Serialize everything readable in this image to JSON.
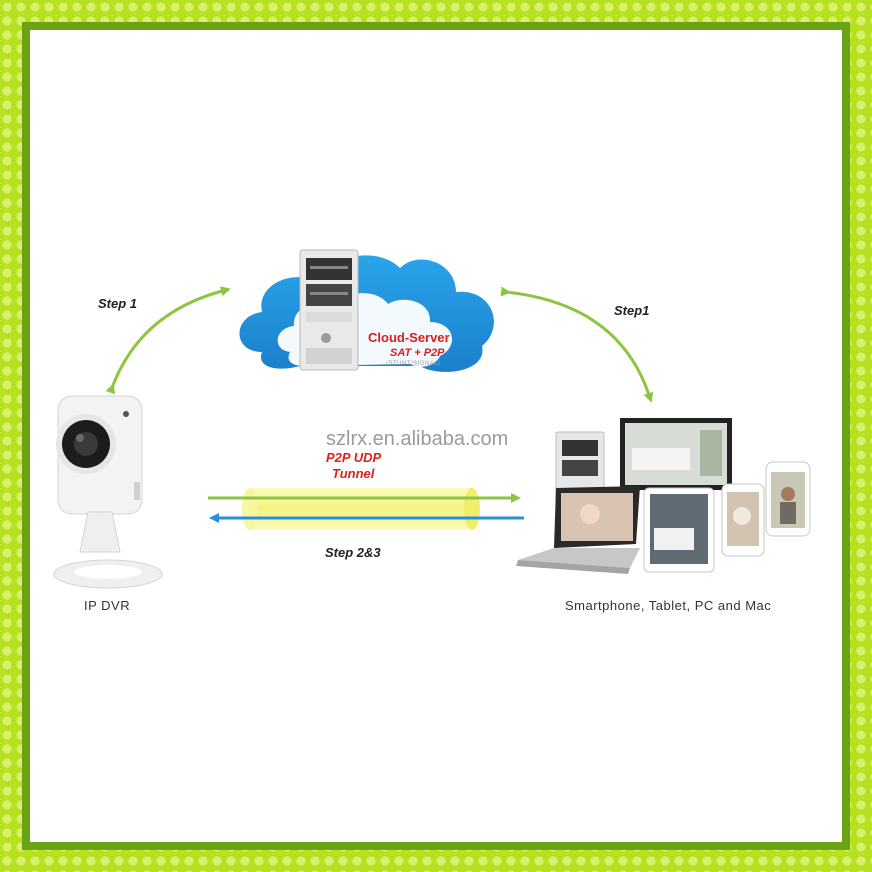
{
  "cloud_server": {
    "title": "Cloud-Server",
    "protocol": "SAT + P2P",
    "note": "(STUNT/SIGNAL)"
  },
  "steps": {
    "left": "Step 1",
    "right": "Step1",
    "tunnel_step": "Step 2&3"
  },
  "tunnel": {
    "line1": "P2P UDP",
    "line2": "Tunnel"
  },
  "watermark": "szlrx.en.alibaba.com",
  "devices": {
    "left_caption": "IP DVR",
    "right_caption": "Smartphone, Tablet, PC and Mac"
  },
  "colors": {
    "arrow_green": "#8cc63f",
    "arrow_blue": "#2b8fd6",
    "tunnel_yellow": "#f4f27a",
    "cloud_blue": "#2a9ee3",
    "text_red": "#e0201c"
  }
}
